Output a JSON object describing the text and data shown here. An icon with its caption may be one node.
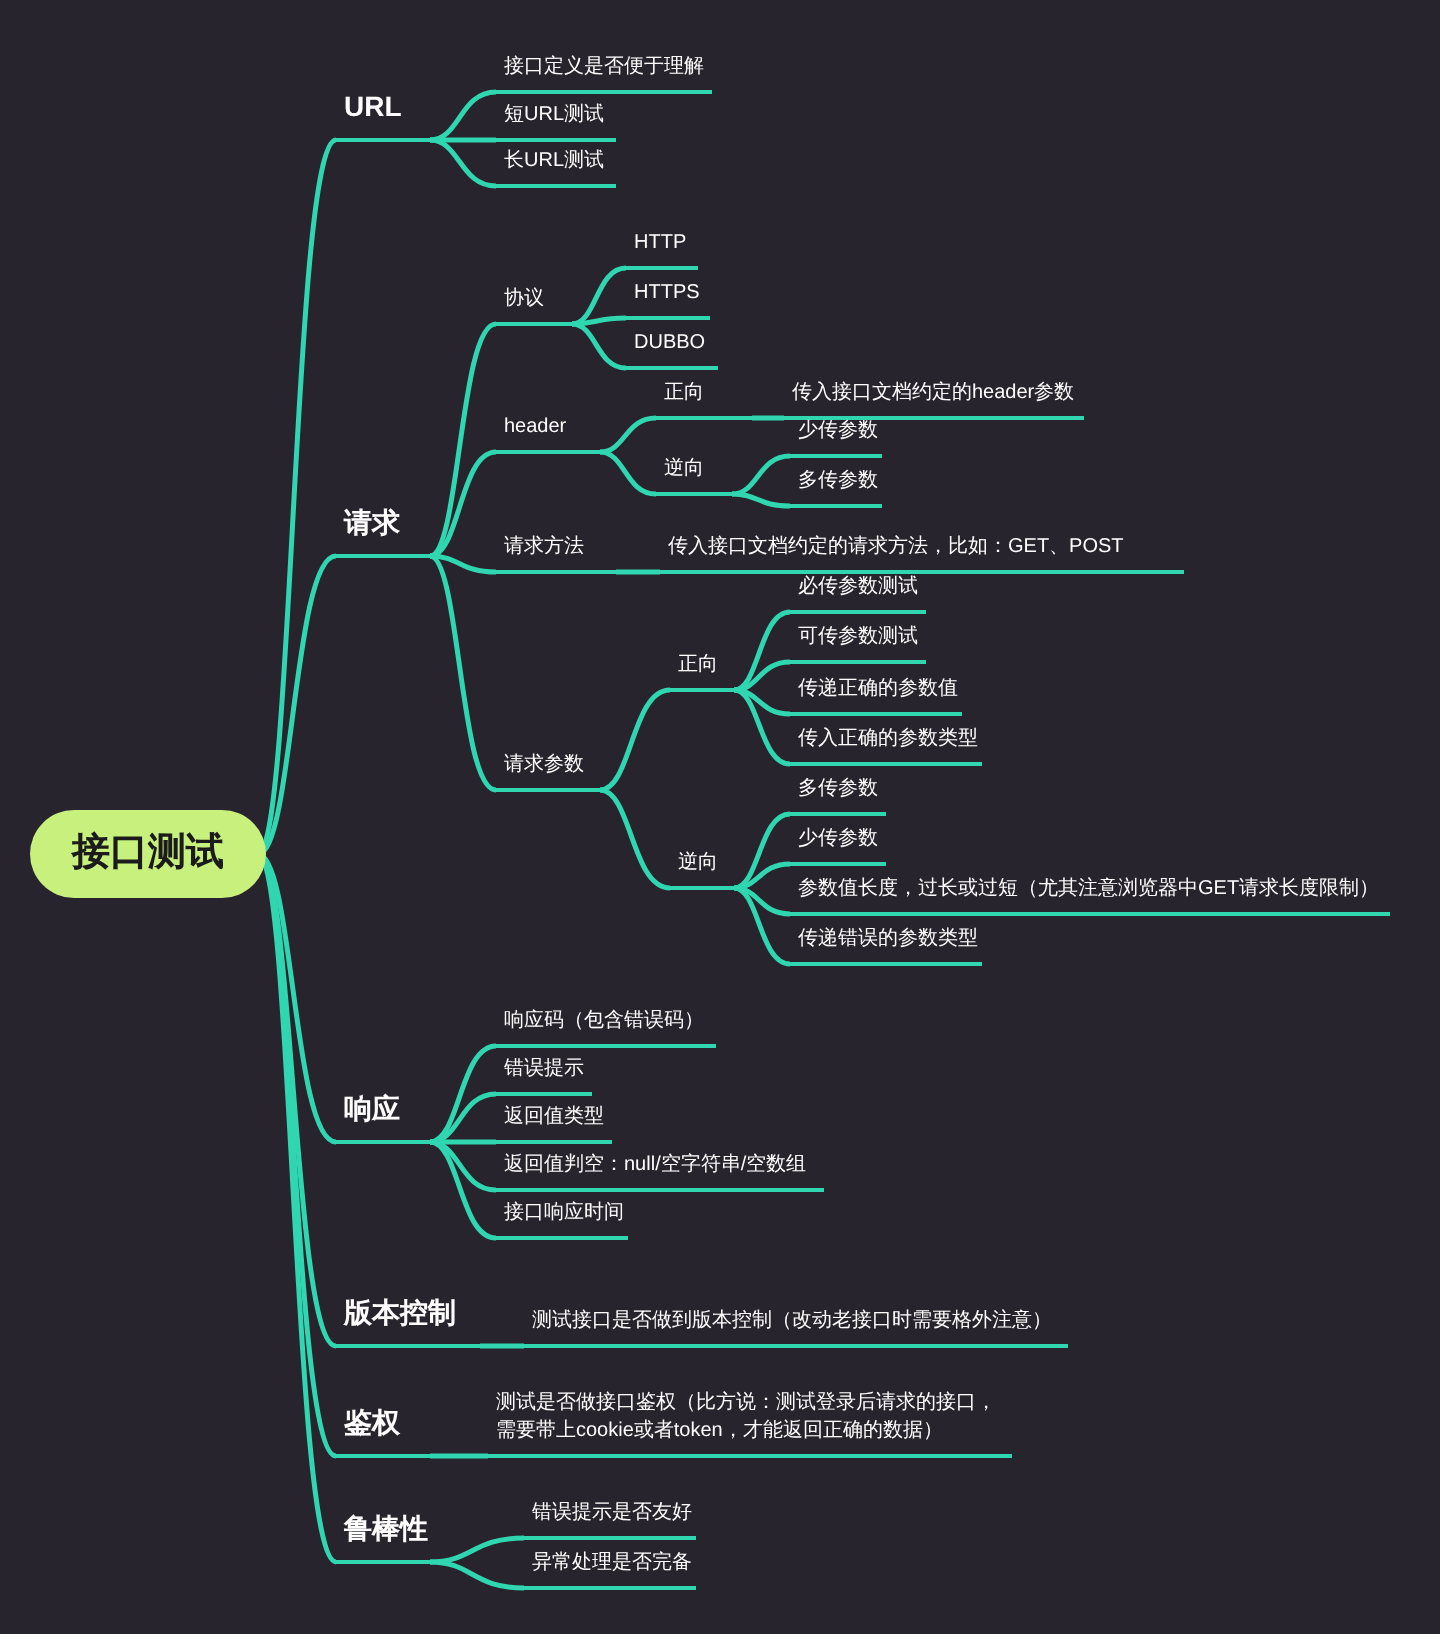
{
  "diagram": {
    "nodes": [
      {
        "text": [
          "接口测试"
        ]
      },
      {
        "text": [
          "URL"
        ]
      },
      {
        "text": [
          "接口定义是否便于理解"
        ]
      },
      {
        "text": [
          "短URL测试"
        ]
      },
      {
        "text": [
          "长URL测试"
        ]
      },
      {
        "text": [
          "请求"
        ]
      },
      {
        "text": [
          "协议"
        ]
      },
      {
        "text": [
          "HTTP"
        ]
      },
      {
        "text": [
          "HTTPS"
        ]
      },
      {
        "text": [
          "DUBBO"
        ]
      },
      {
        "text": [
          "header"
        ]
      },
      {
        "text": [
          "正向"
        ]
      },
      {
        "text": [
          "传入接口文档约定的header参数"
        ]
      },
      {
        "text": [
          "逆向"
        ]
      },
      {
        "text": [
          "少传参数"
        ]
      },
      {
        "text": [
          "多传参数"
        ]
      },
      {
        "text": [
          "请求方法"
        ]
      },
      {
        "text": [
          "传入接口文档约定的请求方法，比如：GET、POST"
        ]
      },
      {
        "text": [
          "请求参数"
        ]
      },
      {
        "text": [
          "正向"
        ]
      },
      {
        "text": [
          "必传参数测试"
        ]
      },
      {
        "text": [
          "可传参数测试"
        ]
      },
      {
        "text": [
          "传递正确的参数值"
        ]
      },
      {
        "text": [
          "传入正确的参数类型"
        ]
      },
      {
        "text": [
          "逆向"
        ]
      },
      {
        "text": [
          "多传参数"
        ]
      },
      {
        "text": [
          "少传参数"
        ]
      },
      {
        "text": [
          "参数值长度，过长或过短（尤其注意浏览器中GET请求长度限制）"
        ]
      },
      {
        "text": [
          "传递错误的参数类型"
        ]
      },
      {
        "text": [
          "响应"
        ]
      },
      {
        "text": [
          "响应码（包含错误码）"
        ]
      },
      {
        "text": [
          "错误提示"
        ]
      },
      {
        "text": [
          "返回值类型"
        ]
      },
      {
        "text": [
          "返回值判空：null/空字符串/空数组"
        ]
      },
      {
        "text": [
          "接口响应时间"
        ]
      },
      {
        "text": [
          "版本控制"
        ]
      },
      {
        "text": [
          "测试接口是否做到版本控制（改动老接口时需要格外注意）"
        ]
      },
      {
        "text": [
          "鉴权"
        ]
      },
      {
        "text": [
          "测试是否做接口鉴权（比方说：测试登录后请求的接口，需要带上cookie或者token，才能返回正确的数据）"
        ]
      },
      {
        "text": [
          "鲁棒性"
        ]
      },
      {
        "text": [
          "错误提示是否友好"
        ]
      },
      {
        "text": [
          "异常处理是否完备"
        ]
      }
    ],
    "edges": [
      {
        "from": 0,
        "to": 1,
        "arrow": "none"
      },
      {
        "from": 1,
        "to": 2,
        "arrow": "none"
      },
      {
        "from": 1,
        "to": 3,
        "arrow": "none"
      },
      {
        "from": 1,
        "to": 4,
        "arrow": "none"
      },
      {
        "from": 0,
        "to": 5,
        "arrow": "none"
      },
      {
        "from": 5,
        "to": 6,
        "arrow": "none"
      },
      {
        "from": 6,
        "to": 7,
        "arrow": "none"
      },
      {
        "from": 6,
        "to": 8,
        "arrow": "none"
      },
      {
        "from": 6,
        "to": 9,
        "arrow": "none"
      },
      {
        "from": 5,
        "to": 10,
        "arrow": "none"
      },
      {
        "from": 10,
        "to": 11,
        "arrow": "none"
      },
      {
        "from": 11,
        "to": 12,
        "arrow": "none"
      },
      {
        "from": 10,
        "to": 13,
        "arrow": "none"
      },
      {
        "from": 13,
        "to": 14,
        "arrow": "none"
      },
      {
        "from": 13,
        "to": 15,
        "arrow": "none"
      },
      {
        "from": 5,
        "to": 16,
        "arrow": "none"
      },
      {
        "from": 16,
        "to": 17,
        "arrow": "none"
      },
      {
        "from": 5,
        "to": 18,
        "arrow": "none"
      },
      {
        "from": 18,
        "to": 19,
        "arrow": "none"
      },
      {
        "from": 19,
        "to": 20,
        "arrow": "none"
      },
      {
        "from": 19,
        "to": 21,
        "arrow": "none"
      },
      {
        "from": 19,
        "to": 22,
        "arrow": "none"
      },
      {
        "from": 19,
        "to": 23,
        "arrow": "none"
      },
      {
        "from": 18,
        "to": 24,
        "arrow": "none"
      },
      {
        "from": 24,
        "to": 25,
        "arrow": "none"
      },
      {
        "from": 24,
        "to": 26,
        "arrow": "none"
      },
      {
        "from": 24,
        "to": 27,
        "arrow": "none"
      },
      {
        "from": 24,
        "to": 28,
        "arrow": "none"
      },
      {
        "from": 0,
        "to": 29,
        "arrow": "none"
      },
      {
        "from": 29,
        "to": 30,
        "arrow": "none"
      },
      {
        "from": 29,
        "to": 31,
        "arrow": "none"
      },
      {
        "from": 29,
        "to": 32,
        "arrow": "none"
      },
      {
        "from": 29,
        "to": 33,
        "arrow": "none"
      },
      {
        "from": 29,
        "to": 34,
        "arrow": "none"
      },
      {
        "from": 0,
        "to": 35,
        "arrow": "none"
      },
      {
        "from": 35,
        "to": 36,
        "arrow": "none"
      },
      {
        "from": 0,
        "to": 37,
        "arrow": "none"
      },
      {
        "from": 37,
        "to": 38,
        "arrow": "none"
      },
      {
        "from": 0,
        "to": 39,
        "arrow": "none"
      },
      {
        "from": 39,
        "to": 40,
        "arrow": "none"
      },
      {
        "from": 39,
        "to": 41,
        "arrow": "none"
      }
    ]
  }
}
